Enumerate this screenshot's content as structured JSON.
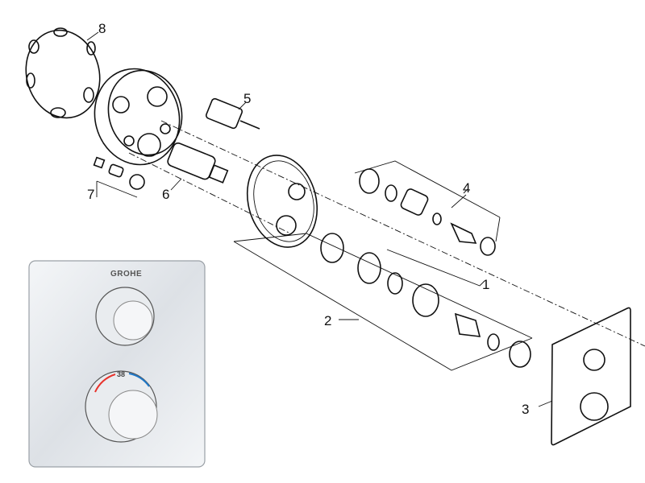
{
  "callouts": {
    "c1": "1",
    "c2": "2",
    "c3": "3",
    "c4": "4",
    "c5": "5",
    "c6": "6",
    "c7": "7",
    "c8": "8"
  },
  "product": {
    "brand": "GROHE",
    "temperature": "38"
  },
  "colors": {
    "hot": "#e8322b",
    "cold": "#1f78c8",
    "chrome": "#d9dde2"
  }
}
